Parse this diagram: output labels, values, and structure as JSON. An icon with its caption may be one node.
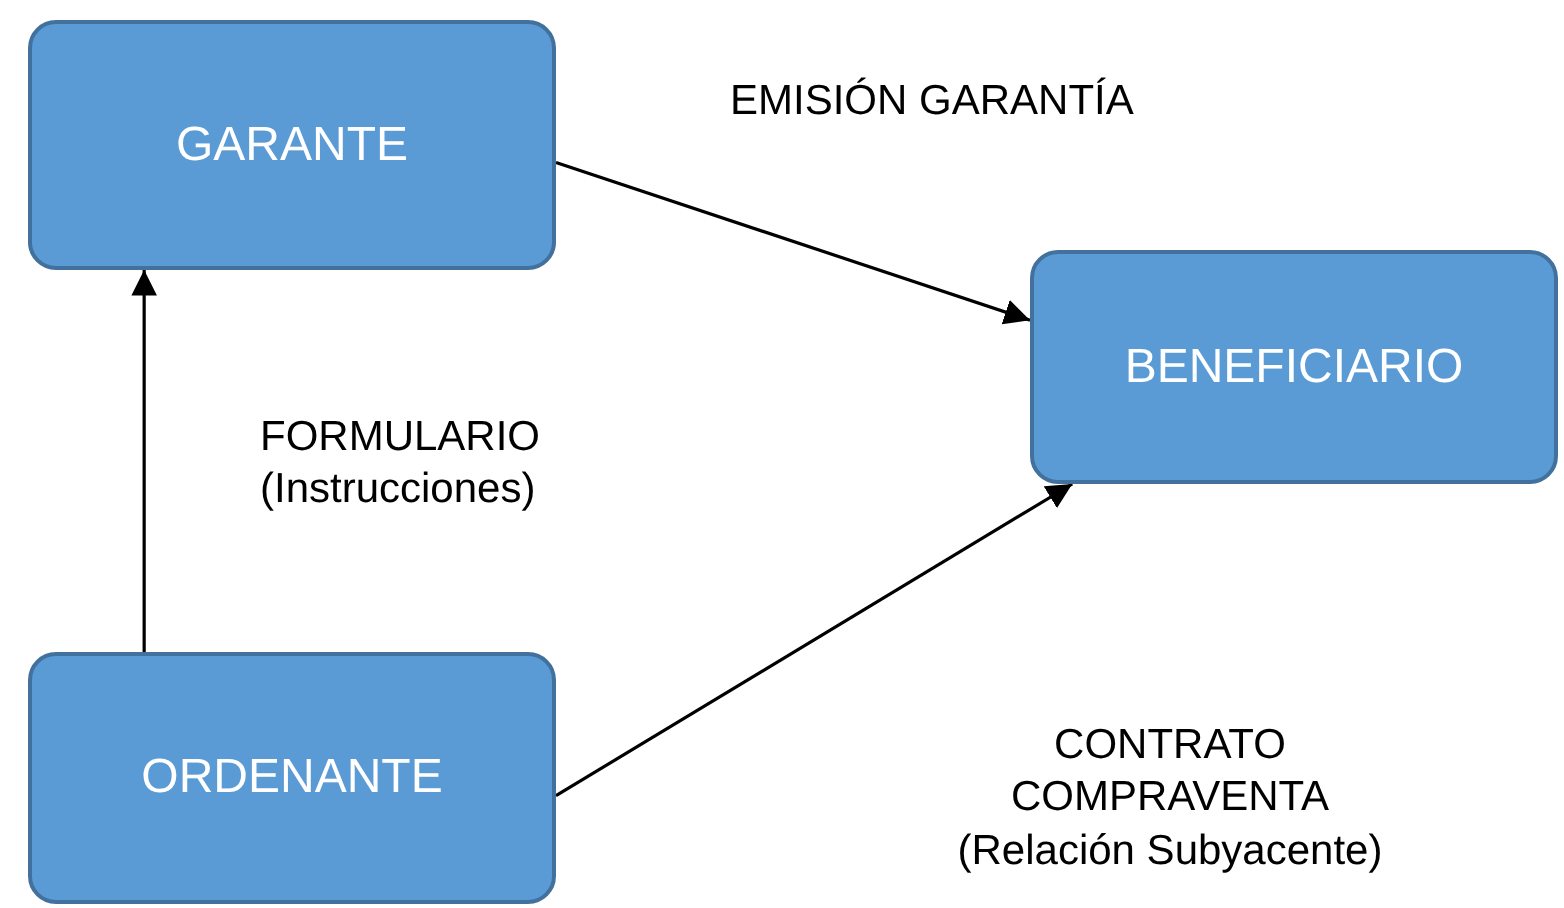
{
  "diagram": {
    "nodes": [
      {
        "text": [
          "GARANTE"
        ]
      },
      {
        "text": [
          "BENEFICIARIO"
        ]
      },
      {
        "text": [
          "ORDENANTE"
        ]
      }
    ],
    "edges": [
      {
        "from": 0,
        "to": 1,
        "arrow": "to",
        "label": "EMISIÓN GARANTÍA"
      },
      {
        "from": 2,
        "to": 0,
        "arrow": "to",
        "label": "FORMULARIO (Instrucciones)"
      },
      {
        "from": 2,
        "to": 1,
        "arrow": "to",
        "label": "CONTRATO COMPRAVENTA (Relación Subyacente)"
      }
    ]
  }
}
